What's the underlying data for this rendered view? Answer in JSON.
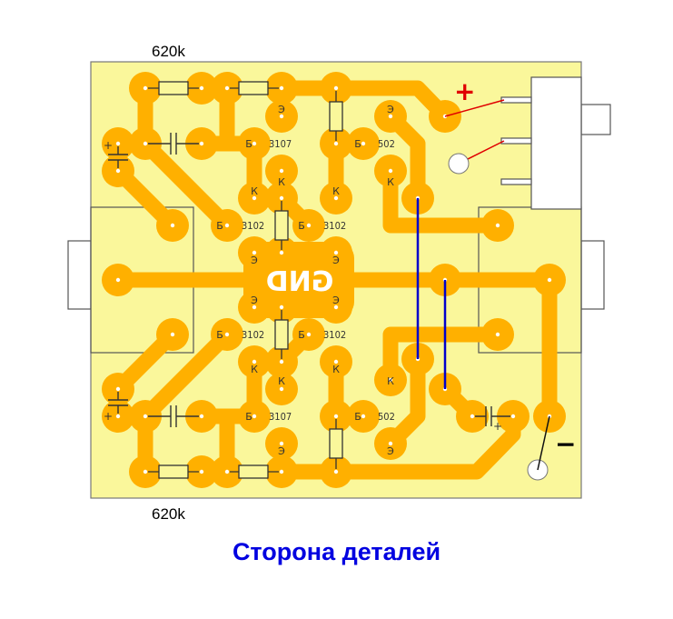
{
  "title": "Сторона деталей",
  "resistor_label_top": "620k",
  "resistor_label_bottom": "620k",
  "ground_label": "GND",
  "plus_sign": "+",
  "minus_sign": "−",
  "pins": {
    "e": "Э",
    "b": "Б",
    "k": "К"
  },
  "transistors": {
    "t3107": "3107",
    "t502": "502",
    "t3102": "3102"
  },
  "colors": {
    "board": "#FAF79B",
    "trace": "#FFB000",
    "jumper": "#0000CC",
    "wire_plus": "#E00000",
    "title": "#0000E0"
  }
}
